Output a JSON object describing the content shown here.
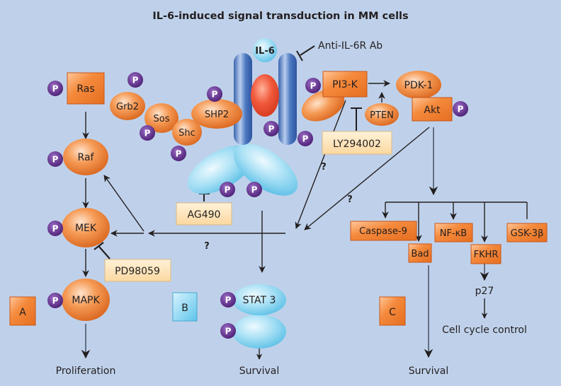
{
  "title": "IL-6-induced signal transduction in MM cells",
  "colors": {
    "background": "#bfd1ea",
    "orange": "#f07a2a",
    "light_blue": "#8fd4ee",
    "receptor_blue": "#3f6eb5",
    "red": "#e8452c",
    "phospho_purple": "#5a2a82",
    "inhibitor_box": "#fde3b8"
  },
  "phospho_label": "P",
  "receptor": {
    "ligand": "IL-6",
    "antibody": "Anti-IL-6R Ab"
  },
  "pathway_a": {
    "label": "A",
    "nodes": {
      "ras": "Ras",
      "grb2": "Grb2",
      "sos": "Sos",
      "shc": "Shc",
      "shp2": "SHP2",
      "raf": "Raf",
      "mek": "MEK",
      "mapk": "MAPK"
    },
    "inhibitor": "PD98059",
    "outcome": "Proliferation",
    "question": "?"
  },
  "pathway_b": {
    "label": "B",
    "inhibitor": "AG490",
    "stat": "STAT 3",
    "outcome": "Survival"
  },
  "pathway_c": {
    "label": "C",
    "nodes": {
      "pi3k": "PI3-K",
      "pdk1": "PDK-1",
      "akt": "Akt",
      "pten": "PTEN"
    },
    "inhibitor": "LY294002",
    "targets": [
      "Caspase-9",
      "Bad",
      "NF-κB",
      "FKHR",
      "GSK-3β"
    ],
    "p27": "p27",
    "cell_cycle": "Cell cycle control",
    "outcome": "Survival",
    "question1": "?",
    "question2": "?"
  }
}
